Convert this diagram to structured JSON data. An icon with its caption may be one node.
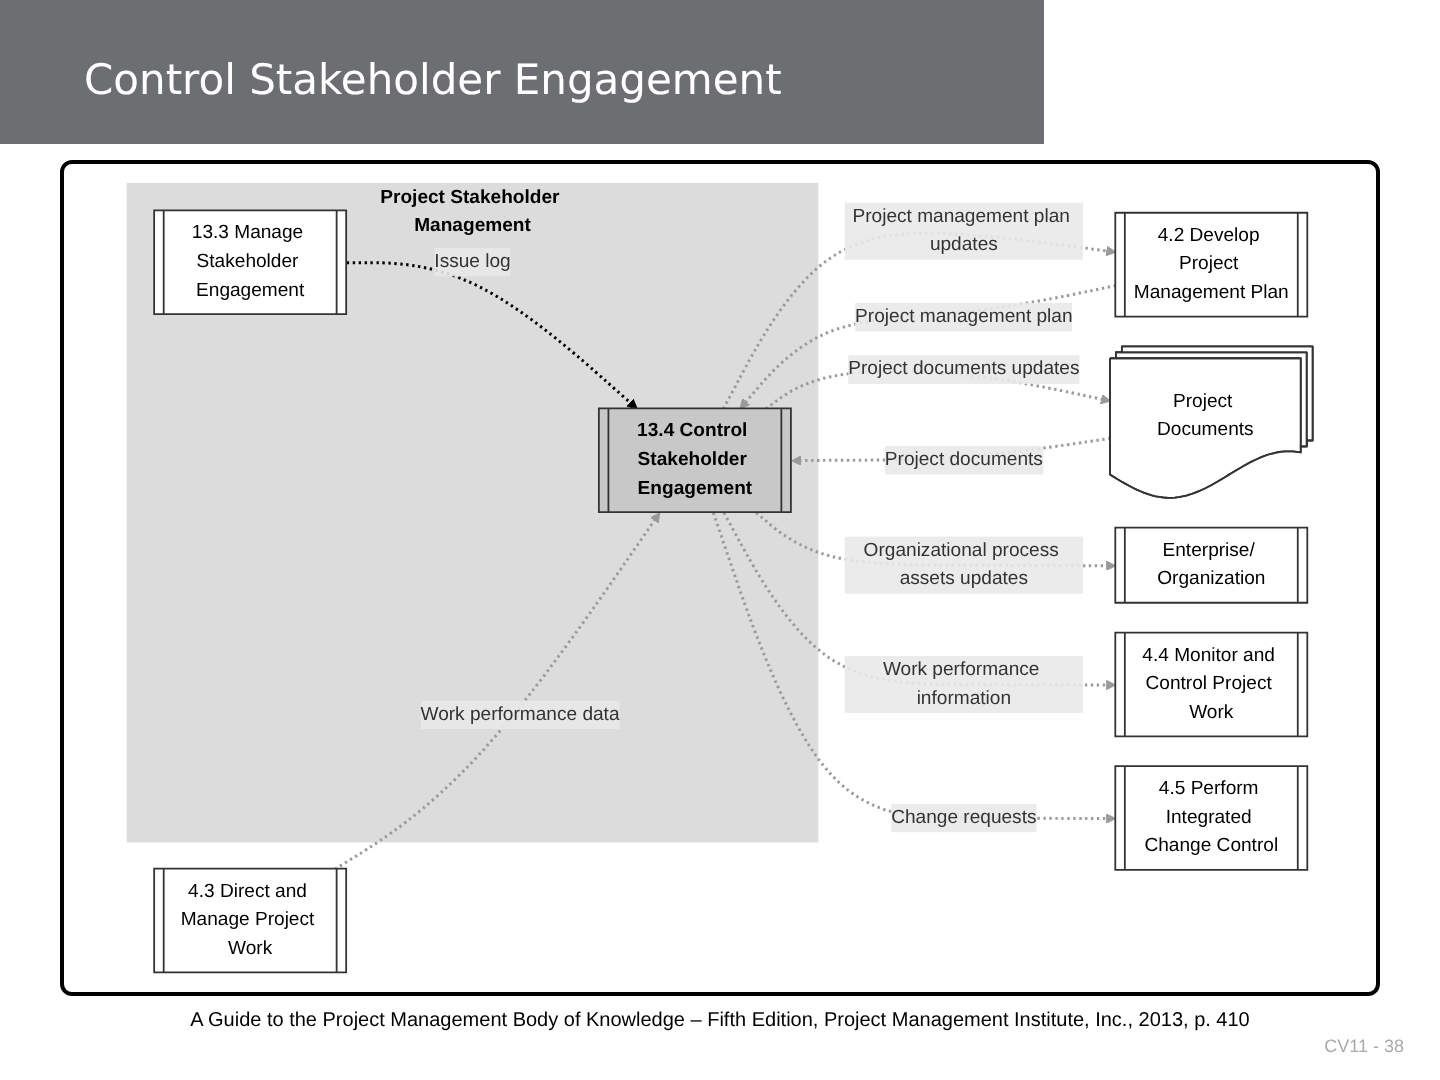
{
  "diagram": {
    "title": "Control Stakeholder Engagement",
    "caption": "A Guide to the Project Management Body of Knowledge – Fifth Edition, Project Management Institute, Inc., 2013, p. 410",
    "nodes": [
      {
        "text": [
          "Project Stakeholder Management"
        ]
      },
      {
        "text": [
          "13.3 Manage Stakeholder Engagement"
        ],
        "in": 0
      },
      {
        "text": [
          "13.4 Control Stakeholder Engagement"
        ],
        "in": 0
      },
      {
        "text": [
          "4.2 Develop Project Management Plan"
        ]
      },
      {
        "text": [
          "4.3 Direct and Manage Project Work"
        ]
      },
      {
        "text": [
          "Project Documents"
        ]
      },
      {
        "text": [
          "Enterprise/ Organization"
        ]
      },
      {
        "text": [
          "4.4 Monitor and Control Project Work"
        ]
      },
      {
        "text": [
          "4.5 Perform Integrated Change Control"
        ]
      }
    ],
    "edges": [
      {
        "from": 1,
        "to": 2,
        "arrow": "to",
        "label": "Issue log",
        "style": "dashed",
        "color": "#000000"
      },
      {
        "from": 2,
        "to": 3,
        "arrow": "to",
        "label": "Project management plan updates",
        "style": "dashed"
      },
      {
        "from": 3,
        "to": 2,
        "arrow": "to",
        "label": "Project management plan",
        "style": "dashed"
      },
      {
        "from": 4,
        "to": 2,
        "arrow": "to",
        "label": "Work performance data",
        "style": "dashed"
      },
      {
        "from": 5,
        "to": 2,
        "arrow": "to",
        "label": "Project documents",
        "style": "dashed"
      },
      {
        "from": 2,
        "to": 5,
        "arrow": "to",
        "label": "Project documents updates",
        "style": "dashed"
      },
      {
        "from": 2,
        "to": 6,
        "arrow": "to",
        "label": "Organizational process assets updates",
        "style": "dashed"
      },
      {
        "from": 2,
        "to": 7,
        "arrow": "to",
        "label": "Work performance information",
        "style": "dashed"
      },
      {
        "from": 2,
        "to": 8,
        "arrow": "to",
        "label": "Change requests",
        "style": "dashed"
      }
    ],
    "labels": [
      "CV11 - 38"
    ]
  }
}
